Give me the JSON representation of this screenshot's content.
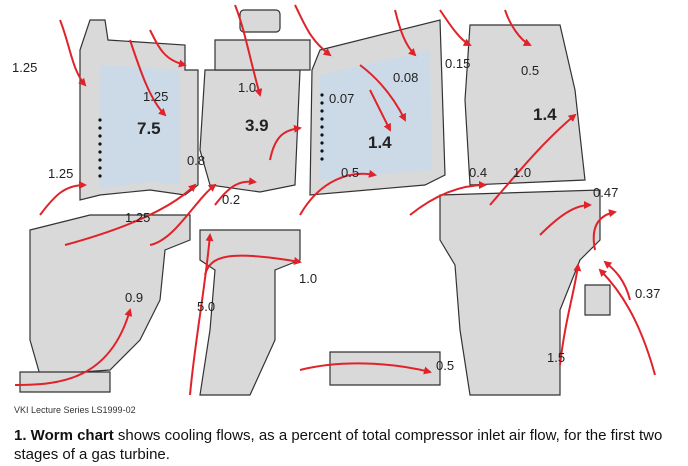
{
  "labels": {
    "l_1_25_top": "1.25",
    "l_1_25_mid": "1.25",
    "l_7_5": "7.5",
    "l_1_25_left": "1.25",
    "l_0_8": "0.8",
    "l_1_25_low": "1.25",
    "l_1_0_top": "1.0",
    "l_3_9": "3.9",
    "l_0_2": "0.2",
    "l_0_07": "0.07",
    "l_0_08": "0.08",
    "l_0_15": "0.15",
    "l_1_4_mid": "1.4",
    "l_0_5_mid": "0.5",
    "l_0_4": "0.4",
    "l_1_0_right": "1.0",
    "l_0_5_top": "0.5",
    "l_1_4_right": "1.4",
    "l_0_47": "0.47",
    "l_0_37": "0.37",
    "l_0_9": "0.9",
    "l_5_0": "5.0",
    "l_1_0_low": "1.0",
    "l_0_5_low": "0.5",
    "l_1_5": "1.5"
  },
  "credit": "VKI Lecture Series LS1999-02",
  "caption": {
    "number": "1. Worm chart",
    "text": " shows cooling flows, as a percent of total compressor inlet air flow, for the first two stages of a gas turbine."
  },
  "colors": {
    "metal": "#d9d9d9",
    "vane_fill": "#c9d9ea",
    "outline": "#333333",
    "flow_arrow": "#e0232a"
  }
}
